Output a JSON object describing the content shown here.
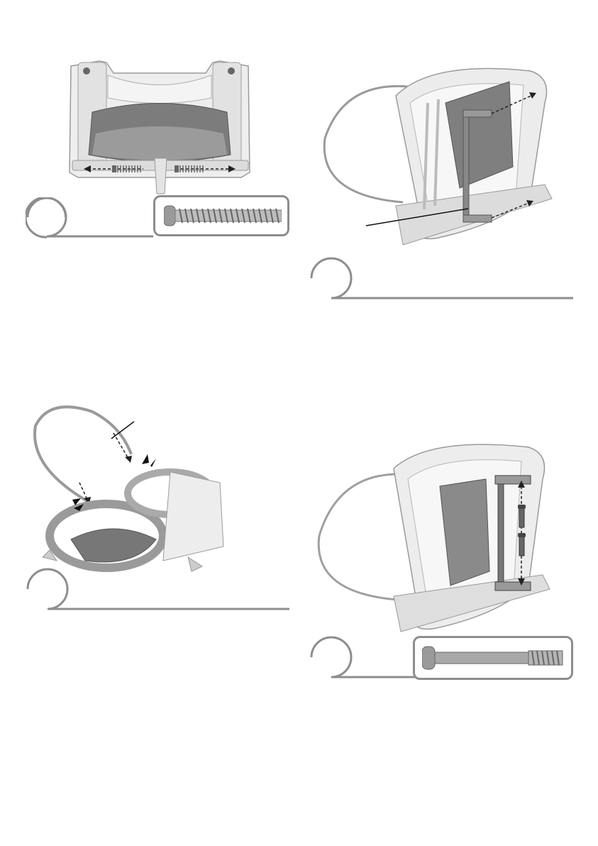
{
  "steps": [
    {
      "id": 1,
      "step_number": "",
      "part_label": ""
    },
    {
      "id": 2,
      "step_number": "",
      "callout_label": ""
    },
    {
      "id": 3,
      "step_number": "",
      "callout_label": ""
    },
    {
      "id": 4,
      "step_number": "",
      "part_label": ""
    }
  ],
  "colors": {
    "outline": "#9a9a9a",
    "frame_light": "#e6e6e6",
    "frame_mid": "#c9c9c9",
    "fabric": "#8a8a8a",
    "fabric_dark": "#6e6e6e",
    "metal": "#8f8f8f"
  },
  "icons": [
    "screw-icon",
    "long-bolt-icon",
    "double-arrow-icon",
    "press-indicator-icon"
  ]
}
